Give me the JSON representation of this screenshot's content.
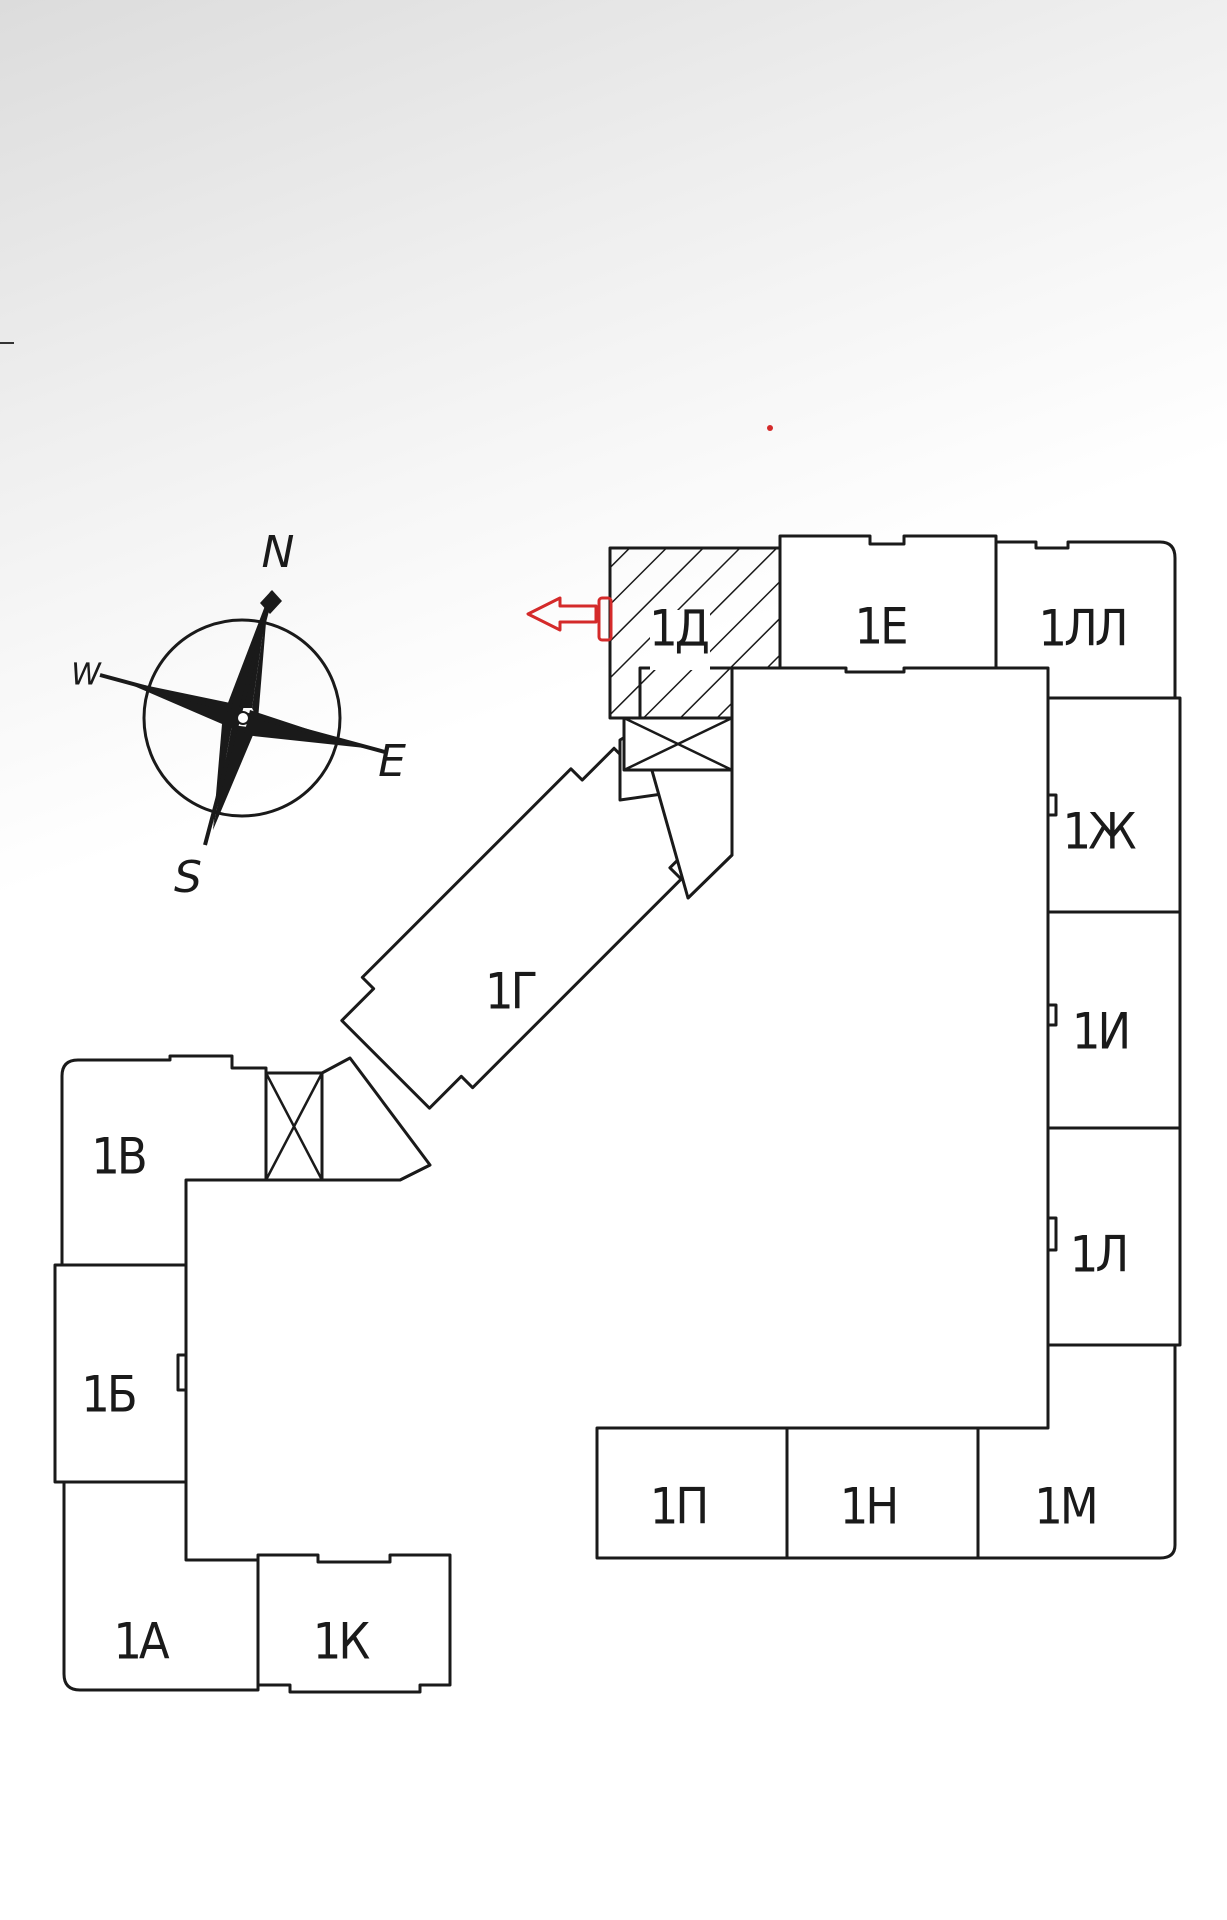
{
  "compass": {
    "north": "N",
    "east": "E",
    "south": "S",
    "west": "W",
    "icon": "compass-rose-icon"
  },
  "sections": {
    "s1A": "1А",
    "s1K": "1К",
    "s1B": "1Б",
    "s1V": "1В",
    "s1G": "1Г",
    "s1D": "1Д",
    "s1E": "1Е",
    "s1LL": "1ЛЛ",
    "s1ZH": "1Ж",
    "s1I": "1И",
    "s1L": "1Л",
    "s1M": "1М",
    "s1N": "1Н",
    "s1P": "1П"
  },
  "highlight": {
    "selected_section": "1Д",
    "marker": "entrance-arrow-icon",
    "marker_color": "#d42a2a",
    "hatch_color": "#1a1a1a"
  }
}
